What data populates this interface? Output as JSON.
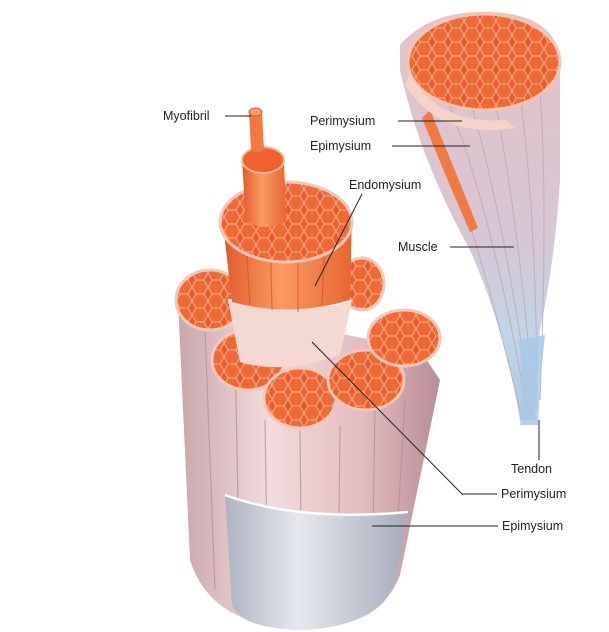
{
  "labels": {
    "myofibril": "Myofibril",
    "perimysium_top": "Perimysium",
    "epimysium_top": "Epimysium",
    "endomysium": "Endomysium",
    "muscle": "Muscle",
    "tendon": "Tendon",
    "perimysium_bottom": "Perimysium",
    "epimysium_bottom": "Epimysium"
  },
  "colors": {
    "fascicle_red": "#ef5a2e",
    "fascicle_orange": "#f7894e",
    "sheath_pink": "#e9c7c9",
    "sheath_grey": "#d3d6e0",
    "tendon_blue": "#bcd6ea",
    "leader_line": "#222222"
  }
}
